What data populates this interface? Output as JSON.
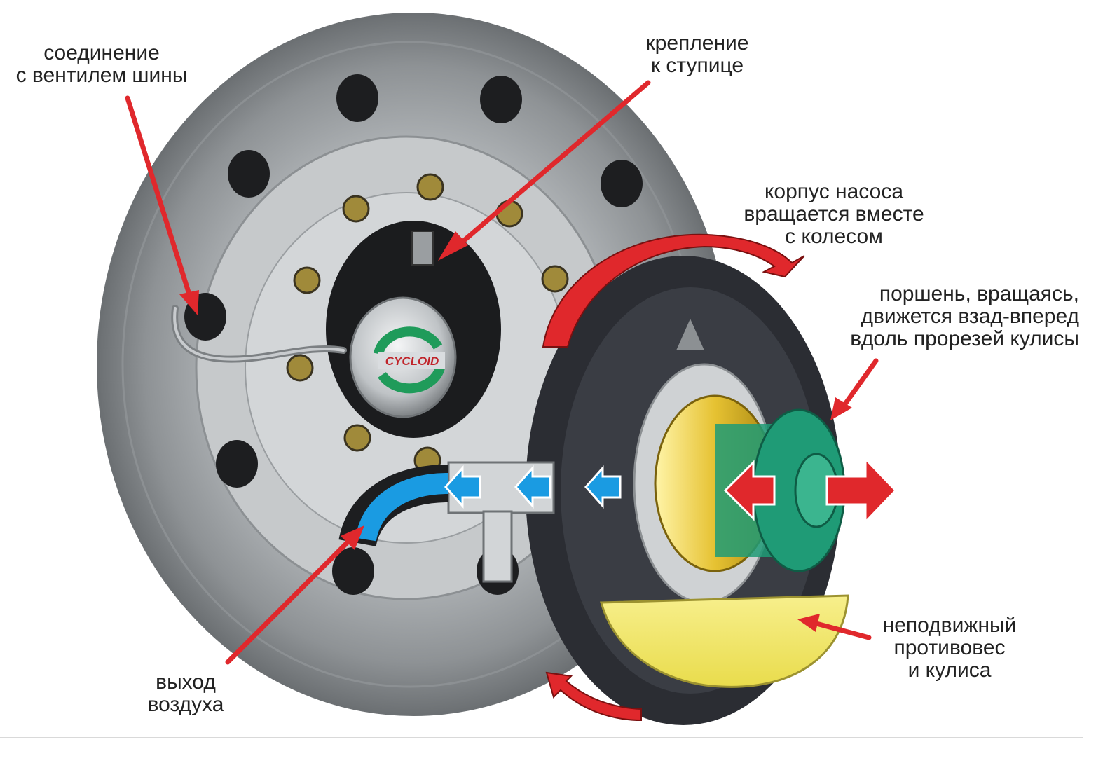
{
  "brand": {
    "hubcap_logo_text": "CYCLOID"
  },
  "colors": {
    "arrow_red": "#e0282c",
    "air_flow_blue": "#1a9be2",
    "piston_green": "#1f9b76",
    "counterweight_yellow": "#f1e56a",
    "rotor_gold": "#d9b21e",
    "wheel_silver": "#b9bdc0",
    "housing_dark": "#2b2d33"
  },
  "labels": {
    "tire_valve_connection": [
      "соединение",
      "с вентилем шины"
    ],
    "hub_mount": [
      "крепление",
      "к ступице"
    ],
    "pump_housing": [
      "корпус насоса",
      "вращается вместе",
      "с колесом"
    ],
    "piston": [
      "поршень, вращаясь,",
      "движется взад-вперед",
      "вдоль прорезей кулисы"
    ],
    "counterweight": [
      "неподвижный",
      "противовес",
      "и кулиса"
    ],
    "air_outlet": [
      "выход",
      "воздуха"
    ]
  }
}
